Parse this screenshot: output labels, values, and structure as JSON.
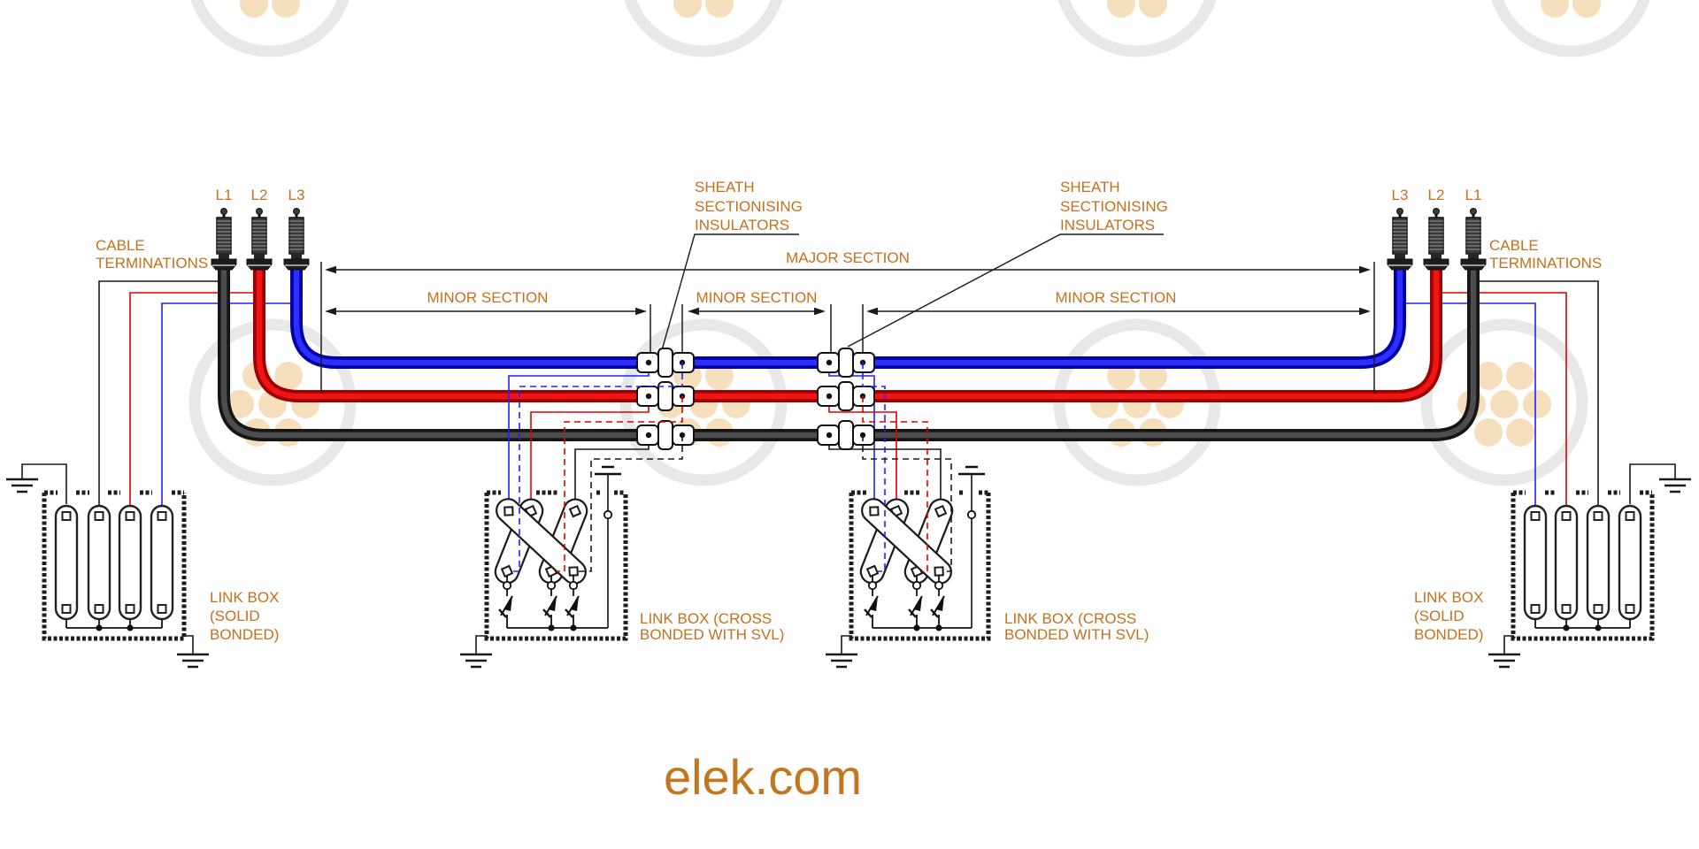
{
  "labels": {
    "phases_left": [
      "L1",
      "L2",
      "L3"
    ],
    "phases_right": [
      "L3",
      "L2",
      "L1"
    ],
    "cable_terminations": [
      "CABLE",
      "TERMINATIONS"
    ],
    "sheath_insulators": [
      "SHEATH",
      "SECTIONISING",
      "INSULATORS"
    ],
    "major_section": "MAJOR SECTION",
    "minor_section": "MINOR SECTION",
    "link_box_solid": [
      "LINK BOX",
      "(SOLID",
      "BONDED)"
    ],
    "link_box_cross": [
      "LINK BOX (CROSS",
      "BONDED WITH SVL)"
    ],
    "brand": "elek.com"
  },
  "colors": {
    "annotation_orange": "#c4701d",
    "phase_l1_cable": "#1b1b1b",
    "phase_l2_cable": "#e00000",
    "phase_l3_cable": "#1414cc",
    "diagram_line": "#1a1a1a",
    "watermark_ring": "#e8e8e8",
    "watermark_dot": "#f6dfbd"
  }
}
